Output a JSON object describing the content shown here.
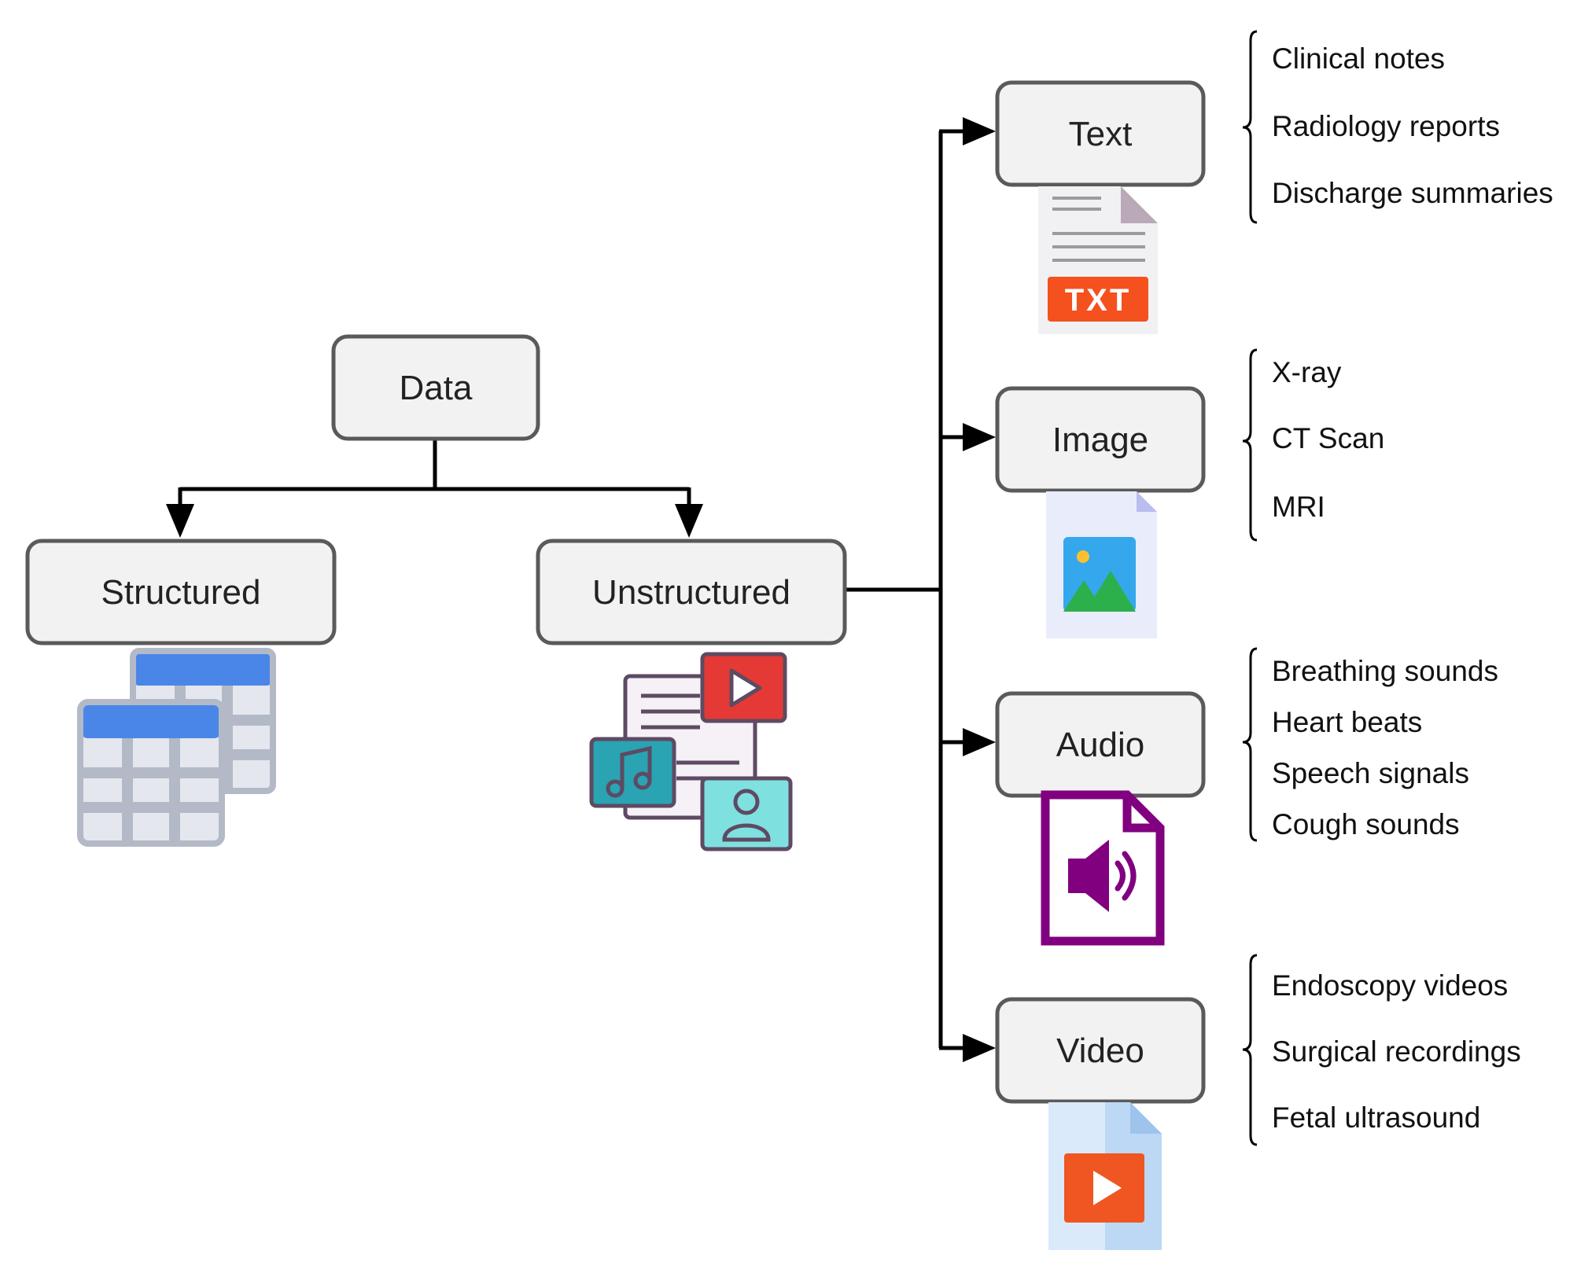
{
  "root": {
    "label": "Data"
  },
  "level1": [
    {
      "id": "structured",
      "label": "Structured",
      "icon": "table-icon"
    },
    {
      "id": "unstructured",
      "label": "Unstructured",
      "icon": "multimedia-files-icon"
    }
  ],
  "modalities": [
    {
      "id": "text",
      "label": "Text",
      "icon": "txt-file-icon",
      "badge": "TXT",
      "items": [
        "Clinical notes",
        "Radiology reports",
        "Discharge summaries"
      ]
    },
    {
      "id": "image",
      "label": "Image",
      "icon": "image-file-icon",
      "items": [
        "X-ray",
        "CT Scan",
        "MRI"
      ]
    },
    {
      "id": "audio",
      "label": "Audio",
      "icon": "audio-file-icon",
      "items": [
        "Breathing sounds",
        "Heart beats",
        "Speech signals",
        "Cough sounds"
      ]
    },
    {
      "id": "video",
      "label": "Video",
      "icon": "video-file-icon",
      "items": [
        "Endoscopy videos",
        "Surgical recordings",
        "Fetal ultrasound"
      ]
    }
  ],
  "colors": {
    "node_fill": "#f2f2f2",
    "node_stroke": "#5a5a5a",
    "connector": "#000000",
    "txt_badge": "#f4511e",
    "table_header": "#4a86e8",
    "audio_purple": "#800080",
    "video_orange": "#ef5622"
  }
}
